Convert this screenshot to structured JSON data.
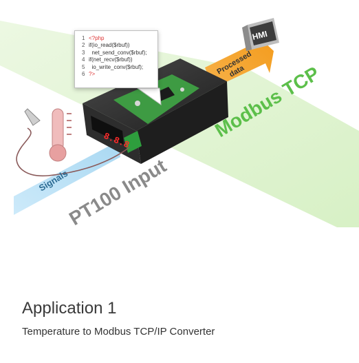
{
  "diagram": {
    "labels": {
      "signals": "Signals",
      "pt100": "PT100 Input",
      "modbus": "Modbus TCP",
      "processed_line1": "Processed",
      "processed_line2": "data",
      "hmi": "HMI",
      "display": "8.8.8"
    },
    "code_lines": [
      {
        "num": "1",
        "text": "<?php"
      },
      {
        "num": "2",
        "text": "if(io_read($rbuf))"
      },
      {
        "num": "3",
        "text": "  net_send_conv($rbuf);"
      },
      {
        "num": "4",
        "text": "if(net_recv($rbuf))"
      },
      {
        "num": "5",
        "text": "  io_write_conv($rbuf);"
      },
      {
        "num": "6",
        "text": "?>"
      }
    ],
    "colors": {
      "blue_band": "#b8e0f5",
      "green_band": "#d8f0c6",
      "modbus_text": "#5cbf4a",
      "pt100_text": "#8a8a8a",
      "orange_arrow": "#f5a623",
      "device_body": "#2a2a2a",
      "pcb": "#4caf50",
      "thermometer": "#e8a0a0"
    }
  },
  "caption": {
    "title": "Application 1",
    "subtitle": "Temperature to Modbus TCP/IP Converter"
  }
}
